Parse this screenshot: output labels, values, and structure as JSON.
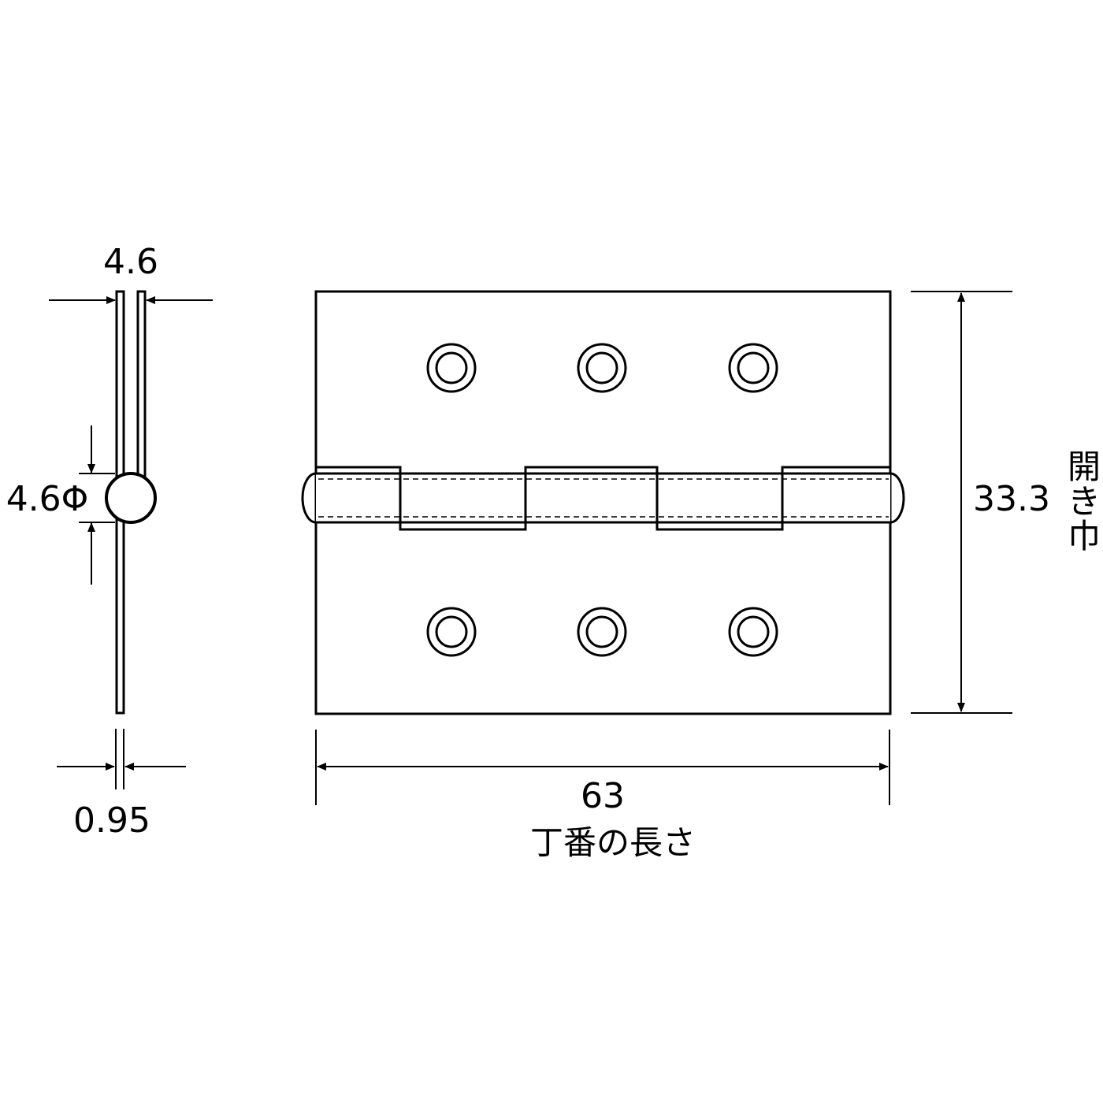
{
  "side_view": {
    "top_dimension": "4.6",
    "pin_diameter": "4.6Φ",
    "bottom_dimension": "0.95"
  },
  "front_view": {
    "length_value": "63",
    "length_caption": "丁番の長さ",
    "height_value": "33.3",
    "height_caption_chars": [
      "開",
      "き",
      "巾"
    ]
  }
}
